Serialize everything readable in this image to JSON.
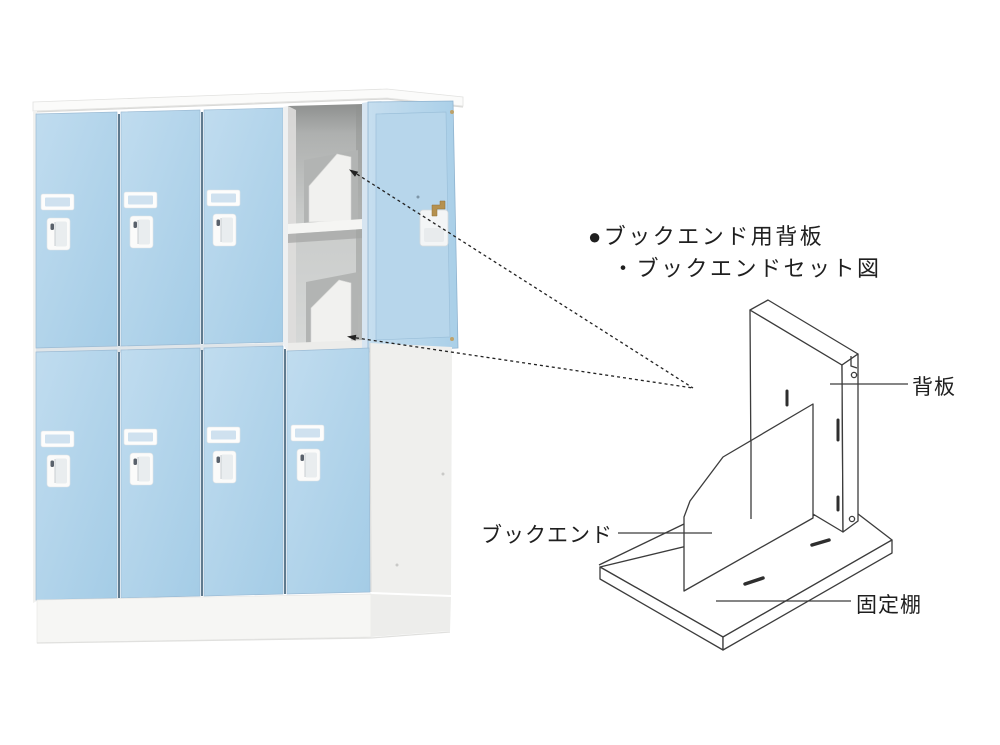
{
  "figure": {
    "heading_line1": "●ブックエンド用背板",
    "heading_line2": "・ブックエンドセット図",
    "label_back_panel": "背板",
    "label_bookend": "ブックエンド",
    "label_fixed_shelf": "固定棚"
  },
  "locker": {
    "columns": 4,
    "rows": 2,
    "open_door_position": "top row, rightmost column",
    "compartments_shown_with_bookends": 2
  },
  "colors": {
    "door_blue": "#aacfe8",
    "door_blue_light": "#c2dcee",
    "door_gap": "#5f7a8e",
    "cabinet_white": "#f6f6f4",
    "interior_gray": "#c6c8c7",
    "interior_gray_dark": "#8e908f",
    "bookend_gray": "#b2b4b3",
    "bookend_white": "#f1f1ef",
    "brass": "#b5914f",
    "diagram_line": "#3c3c3c",
    "text": "#1f1f1f"
  }
}
